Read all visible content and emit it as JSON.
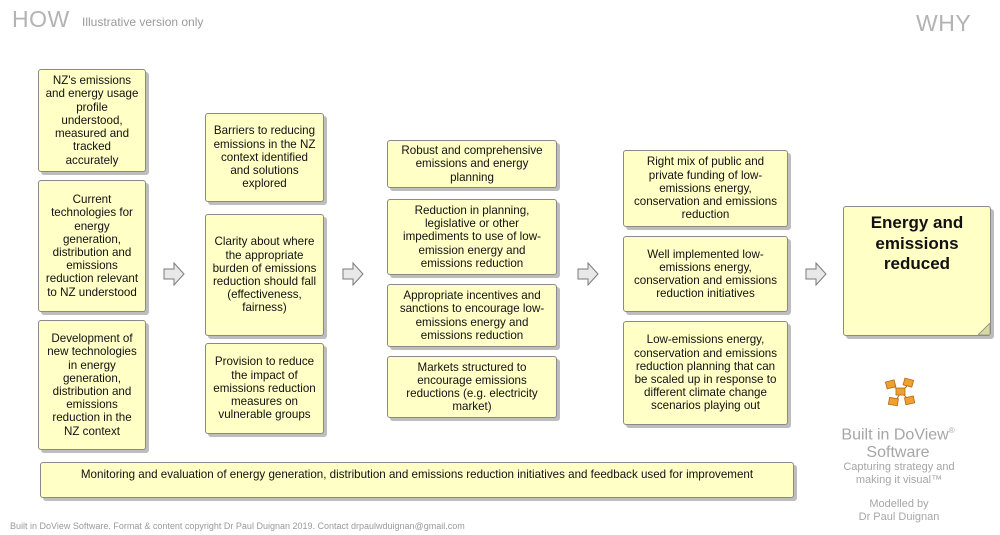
{
  "header": {
    "how": "HOW",
    "subtitle": "Illustrative version only",
    "why": "WHY"
  },
  "columns": {
    "col1": [
      "NZ's emissions and energy usage profile understood, measured and tracked accurately",
      "Current technologies for energy generation, distribution and emissions reduction relevant to NZ understood",
      "Development of new technologies in energy generation, distribution and emissions reduction in the NZ context"
    ],
    "col2": [
      "Barriers to reducing emissions in the NZ context identified and solutions explored",
      "Clarity about where the appropriate burden of emissions reduction should fall (effectiveness, fairness)",
      "Provision to reduce the impact of emissions reduction measures on vulnerable groups"
    ],
    "col3": [
      "Robust and comprehensive emissions and energy planning",
      "Reduction in planning, legislative or other impediments to use of low-emission energy and emissions reduction",
      "Appropriate incentives and sanctions to encourage low-emissions energy and emissions reduction",
      "Markets structured to encourage emissions reductions (e.g. electricity market)"
    ],
    "col4": [
      "Right mix of public and private funding of low-emissions energy, conservation and emissions reduction",
      "Well implemented low-emissions energy, conservation and emissions reduction initiatives",
      "Low-emissions energy, conservation and emissions reduction planning that can be scaled up in response to different climate change scenarios playing out"
    ],
    "outcome": "Energy and emissions reduced"
  },
  "monitoring": "Monitoring and evaluation of energy generation, distribution and emissions reduction initiatives and feedback used for improvement",
  "footer": "Built in DoView Software. Format & content copyright Dr Paul Duignan 2019. Contact drpaulwduignan@gmail.com",
  "branding": {
    "built_line": "Built in DoView",
    "reg_mark": "®",
    "software": "Software",
    "tagline1": "Capturing strategy and",
    "tagline2": "making it visual™",
    "modelled1": "Modelled by",
    "modelled2": "Dr Paul Duignan"
  },
  "colors": {
    "box_fill": "#ffffc6",
    "box_border": "#8a8a8a",
    "header_text": "#b3b3b3",
    "logo_orange": "#f0a030"
  }
}
